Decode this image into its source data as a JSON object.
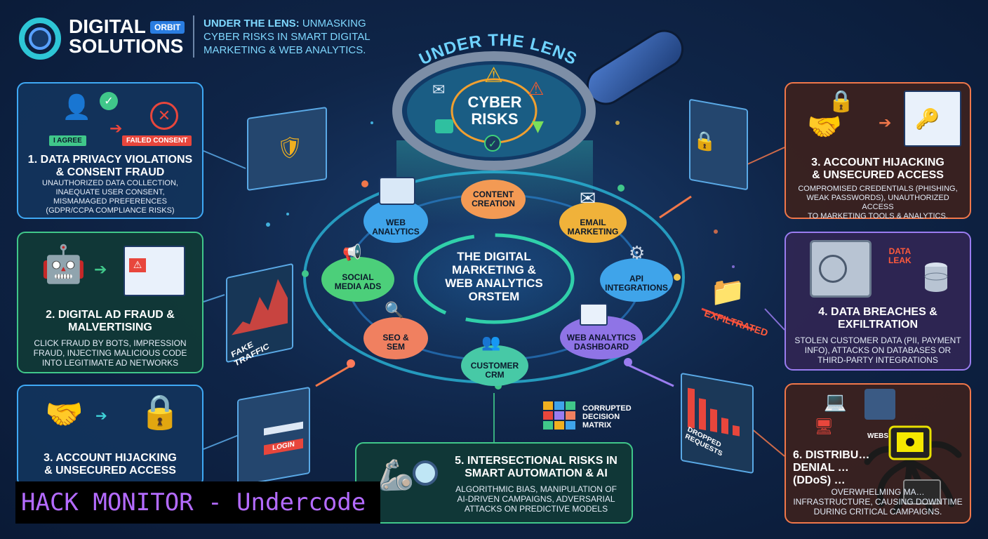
{
  "brand": {
    "line1": "DIGITAL",
    "badge": "ORBIT",
    "line2": "SOLUTIONS"
  },
  "headline": {
    "bold": "UNDER THE LENS:",
    "rest": " UNMASKING",
    "line2": "CYBER RISKS IN SMART DIGITAL",
    "line3": "MARKETING & WEB ANALYTICS."
  },
  "lens": {
    "arc_title": "UNDER THE LENS",
    "center": "CYBER\nRISKS"
  },
  "ecosystem": {
    "center_text": "THE DIGITAL\nMARKETING &\nWEB ANALYTICS\nORSTEM"
  },
  "nodes": [
    {
      "id": "content",
      "label": "CONTENT\nCREATION"
    },
    {
      "id": "web",
      "label": "WEB\nANALYTICS"
    },
    {
      "id": "email",
      "label": "EMAIL\nMARKETING"
    },
    {
      "id": "social",
      "label": "SOCIAL\nMEDIA ADS"
    },
    {
      "id": "api",
      "label": "API\nINTEGRATIONS"
    },
    {
      "id": "seo",
      "label": "SEO &\nSEM"
    },
    {
      "id": "dash",
      "label": "WEB ANALYTICS\nDASHBOARD"
    },
    {
      "id": "crm",
      "label": "CUSTOMER\nCRM"
    }
  ],
  "panels": {
    "p1": {
      "badge1": "I AGREE",
      "badge2": "FAILED CONSENT",
      "title": "1. DATA PRIVACY VIOLATIONS\n& CONSENT FRAUD",
      "body": "UNAUTHORIZED DATA COLLECTION,\nINAEQUATE USER CONSENT,\nMISMAMAGED PREFERENCES\n(GDPR/CCPA COMPLIANCE RISKS)"
    },
    "p2": {
      "title": "2. DIGITAL AD FRAUD &\nMALVERTISING",
      "body": "CLICK FRAUD BY BOTS, IMPRESSION\nFRAUD, INJECTING MALICIOUS CODE\nINTO LEGITIMATE AD NETWORKS"
    },
    "p3l": {
      "title": "3. ACCOUNT HIJACKING\n& UNSECURED ACCESS"
    },
    "p3r": {
      "title": "3. ACCOUNT HIJACKING\n& UNSECURED ACCESS",
      "body": "COMPROMISED CREDENTIALS (PHISHING,\nWEAK PASSWORDS), UNAUTHORIZED ACCESS\nTO MARKETING TOOLS & ANALYTICS."
    },
    "p4": {
      "tag": "DATA\nLEAK",
      "title": "4. DATA BREACHES &\nEXFILTRATION",
      "body": "STOLEN CUSTOMER DATA (PII, PAYMENT\nINFO), ATTACKS ON DATABASES OR\nTHIRD-PARTY INTEGRATIONS"
    },
    "p5": {
      "title": "5. INTERSECTIONAL RISKS IN\nSMART AUTOMATION & AI",
      "body": "ALGORITHMIC BIAS, MANIPULATION OF\nAI-DRIVEN CAMPAIGNS, ADVERSARIAL\nATTACKS ON PREDICTIVE MODELS"
    },
    "p6": {
      "title": "6. DISTRIBU…\nDENIAL …\n(DDoS) …",
      "body": "OVERWHELMING MA…\nINFRASTRUCTURE, CAUSING DOWNTIME\nDURING CRITICAL CAMPAIGNS."
    }
  },
  "floating": {
    "fake_traffic": "FAKE TRAFFIC",
    "exfiltrated": "EXFILTRATED",
    "dropped": "DROPPED REQUESTS",
    "matrix": "CORRUPTED\nDECISION\nMATRIX",
    "login_btn": "LOGIN",
    "website": "WEBSITE"
  },
  "watermark": "HACK MONITOR - Undercode",
  "colors": {
    "blue": "#3fa9f5",
    "green": "#40c78a",
    "orange": "#f0774a",
    "purple": "#9a7cf0",
    "watermark": "#b46bff"
  }
}
